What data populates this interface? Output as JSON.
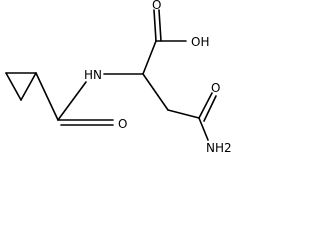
{
  "molecule": {
    "atoms": {
      "hydroxyl": "OH",
      "acid_oxygen": "O",
      "amine_nh": "HN",
      "amide_oxygen_left": "O",
      "amide_oxygen_right": "O",
      "amide_nh2": "NH2"
    }
  },
  "colors": {
    "bond": "#000000",
    "label": "#000000",
    "background": "#ffffff"
  }
}
